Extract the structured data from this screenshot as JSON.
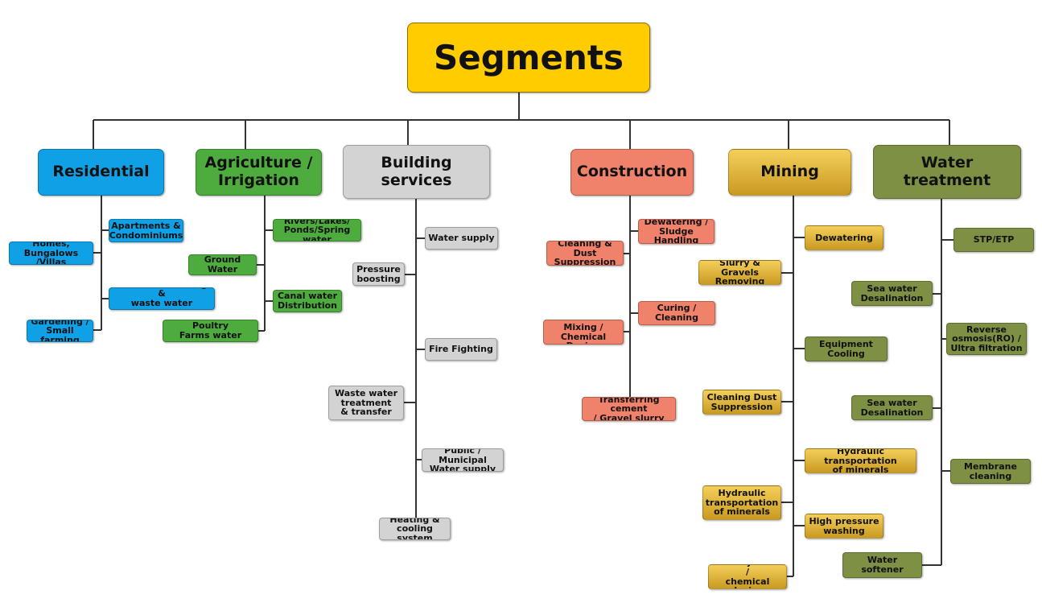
{
  "root": {
    "label": "Segments",
    "color": "#ffcc00"
  },
  "categories": {
    "residential": {
      "label": "Residential",
      "color": "#0fa0e6",
      "items": [
        "Apartments &\nCondominiums",
        "Homes,\nBungalows /Villas",
        "Pressure Boosting &\nwaste water treatment",
        "Gardening /\nSmall farming"
      ]
    },
    "agriculture": {
      "label": "Agriculture /\nIrrigation",
      "color": "#4eac3e",
      "items": [
        "Rivers/Lakes/\nPonds/Spring water",
        "Ground Water",
        "Canal water\nDistribution",
        "Live Stocks / Poultry\nFarms water supply"
      ]
    },
    "building": {
      "label": "Building services",
      "color": "#d3d3d3",
      "items": [
        "Water supply",
        "Pressure\nboosting",
        "Fire Fighting",
        "Waste water\ntreatment\n& transfer",
        "Public / Municipal\nWater supply",
        "Heating &\ncooling system"
      ]
    },
    "construction": {
      "label": "Construction",
      "color": "#f0816a",
      "items": [
        "Dewatering /\nSludge Handling",
        "Cleaning &\nDust Suppression",
        "Curing /\nCleaning",
        "Concrete Mixing /\nChemical Dosing",
        "Transferring cement\n/ Gravel slurry"
      ]
    },
    "mining": {
      "label": "Mining",
      "color": "#d9a82c",
      "items": [
        "Dewatering",
        "Slurry &\nGravels Removing",
        "Equipment Cooling",
        "Cleaning Dust\nSuppression",
        "Hydraulic transportation\nof minerals",
        "Hydraulic\ntransportation\nof minerals",
        "High pressure\nwashing",
        "Well Injection /\nchemical dosing"
      ]
    },
    "water": {
      "label": "Water treatment",
      "color": "#7e9043",
      "items": [
        "STP/ETP",
        "Sea water\nDesalination",
        "Reverse\nosmosis(RO) /\nUltra filtration",
        "Sea water\nDesalination",
        "Membrane\ncleaning",
        "Water softener"
      ]
    }
  }
}
